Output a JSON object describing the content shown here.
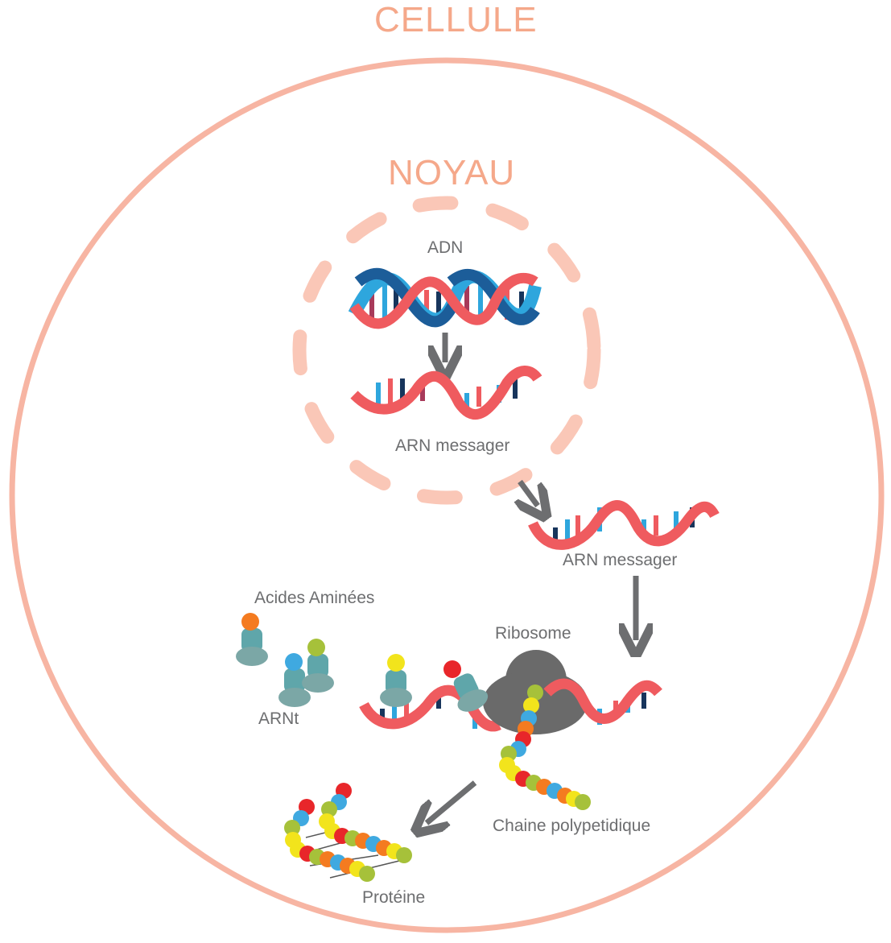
{
  "title": "CELLULE",
  "nucleus_title": "NOYAU",
  "labels": {
    "dna": "ADN",
    "mrna_inside": "ARN messager",
    "mrna_outside": "ARN messager",
    "amino_acids": "Acides Aminées",
    "trna": "ARNt",
    "ribosome": "Ribosome",
    "polypeptide": "Chaine polypetidique",
    "protein": "Protéine"
  },
  "colors": {
    "cell": "#f7b5a3",
    "nucleus": "#fac7b7",
    "title": "#f5a88a",
    "text": "#6d6e70",
    "arrow": "#6d6e70",
    "strand_red": "#ef5b5f",
    "strand_dark_red": "#a83a5a",
    "strand_blue": "#1c5d99",
    "strand_light_blue": "#2ea6dd",
    "base_navy": "#17355c",
    "trna": "#5fa6aa",
    "ribosome": "#6a6a6a",
    "aa_orange": "#f47b20",
    "aa_blue": "#3fa9e0",
    "aa_green": "#a6c13a",
    "aa_yellow": "#f2e41c",
    "aa_red": "#e8262a"
  }
}
